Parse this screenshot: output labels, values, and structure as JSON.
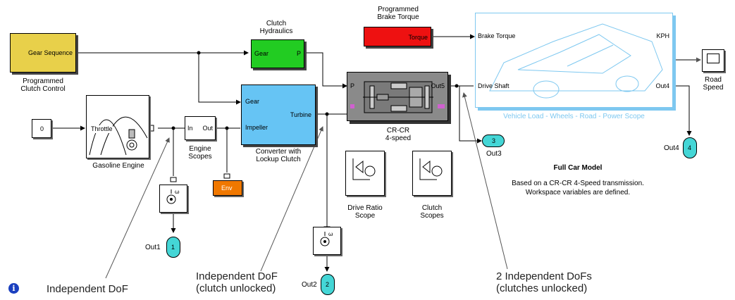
{
  "blocks": {
    "gear_sequence": {
      "label": "Gear Sequence",
      "caption": "Programmed\nClutch Control"
    },
    "clutch_hydraulics": {
      "title": "Clutch\nHydraulics",
      "port_in": "Gear",
      "port_out": "P"
    },
    "brake_torque": {
      "title": "Programmed\nBrake Torque",
      "port_out": "Torque"
    },
    "constant": {
      "value": "0"
    },
    "engine": {
      "port_in": "Throttle",
      "caption": "Gasoline Engine"
    },
    "engine_scopes": {
      "port_in": "In",
      "port_out": "Out",
      "caption": "Engine\nScopes"
    },
    "converter": {
      "port_gear": "Gear",
      "port_impeller": "Impeller",
      "port_turbine": "Turbine",
      "caption": "Converter with\nLockup Clutch"
    },
    "env": {
      "label": "Env"
    },
    "transmission": {
      "port_p": "P",
      "port_out5": "Out5",
      "caption": "CR-CR\n4-speed"
    },
    "vehicle": {
      "port_brake": "Brake Torque",
      "port_shaft": "Drive Shaft",
      "port_kph": "KPH",
      "port_out4": "Out4",
      "caption": "Vehicle Load - Wheels - Road - Power Scope"
    },
    "road_speed": {
      "caption": "Road\nSpeed"
    },
    "drive_ratio_scope": {
      "caption": "Drive Ratio\nScope"
    },
    "clutch_scopes": {
      "caption": "Clutch\nScopes"
    },
    "out1": {
      "num": "1",
      "label": "Out1"
    },
    "out2": {
      "num": "2",
      "label": "Out2"
    },
    "out3": {
      "num": "3",
      "label": "Out3"
    },
    "out4": {
      "num": "4",
      "label": "Out4"
    }
  },
  "model": {
    "title": "Full Car Model",
    "description": "Based on a CR-CR 4-Speed transmission.\nWorkspace variables are defined."
  },
  "annotations": {
    "dof1": "Independent DoF",
    "dof2": "Independent DoF\n(clutch unlocked)",
    "dof3": "2 Independent DoFs\n(clutches unlocked)"
  },
  "colors": {
    "gear_sequence": "#e8d04a",
    "clutch_hydraulics": "#22cc22",
    "brake_torque": "#ee1111",
    "converter": "#66c4f4",
    "env": "#f07800",
    "transmission": "#8a8a8a",
    "vehicle_outline": "#7ec8f0",
    "outport": "#44d6d6"
  },
  "icons": {
    "info": "info-icon",
    "speed_sensor": "rotational-motion-sensor-icon",
    "scope": "scope-icon",
    "engine": "engine-torque-curve-icon",
    "car": "car-outline-icon",
    "gearbox": "planetary-gear-icon"
  }
}
